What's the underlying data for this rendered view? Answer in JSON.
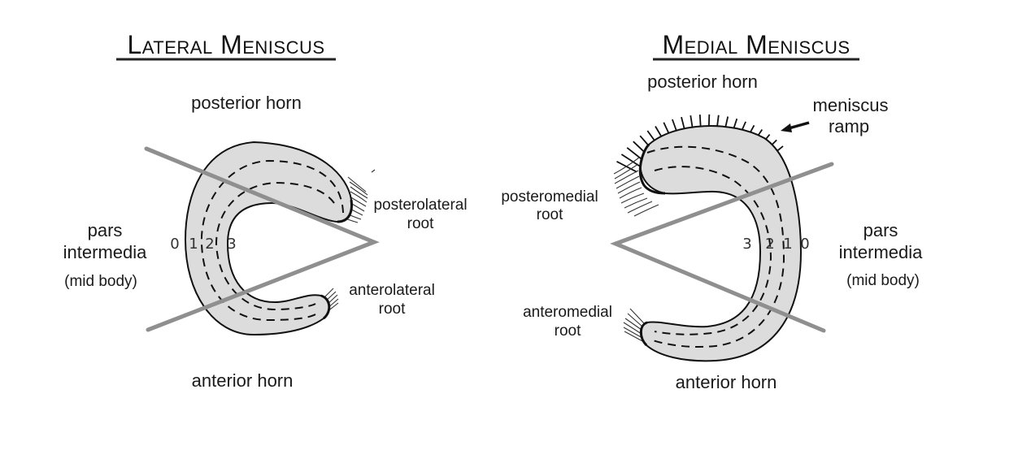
{
  "lateral": {
    "title": "Lateral Meniscus",
    "posterior_horn": "posterior horn",
    "anterior_horn": "anterior horn",
    "pars_line1": "pars",
    "pars_line2": "intermedia",
    "pars_sub": "(mid body)",
    "posterior_root_line1": "posterolateral",
    "posterior_root_line2": "root",
    "anterior_root_line1": "anterolateral",
    "anterior_root_line2": "root",
    "zones": [
      "0",
      "1",
      "2",
      "3"
    ]
  },
  "medial": {
    "title": "Medial Meniscus",
    "posterior_horn": "posterior horn",
    "anterior_horn": "anterior horn",
    "pars_line1": "pars",
    "pars_line2": "intermedia",
    "pars_sub": "(mid body)",
    "posterior_root_line1": "posteromedial",
    "posterior_root_line2": "root",
    "anterior_root_line1": "anteromedial",
    "anterior_root_line2": "root",
    "ramp_line1": "meniscus",
    "ramp_line2": "ramp",
    "zones": [
      "3",
      "2",
      "1",
      "0"
    ]
  },
  "colors": {
    "meniscus_fill": "#dcdcdc",
    "plane_lines": "#8f8f8f",
    "outline": "#111111"
  }
}
